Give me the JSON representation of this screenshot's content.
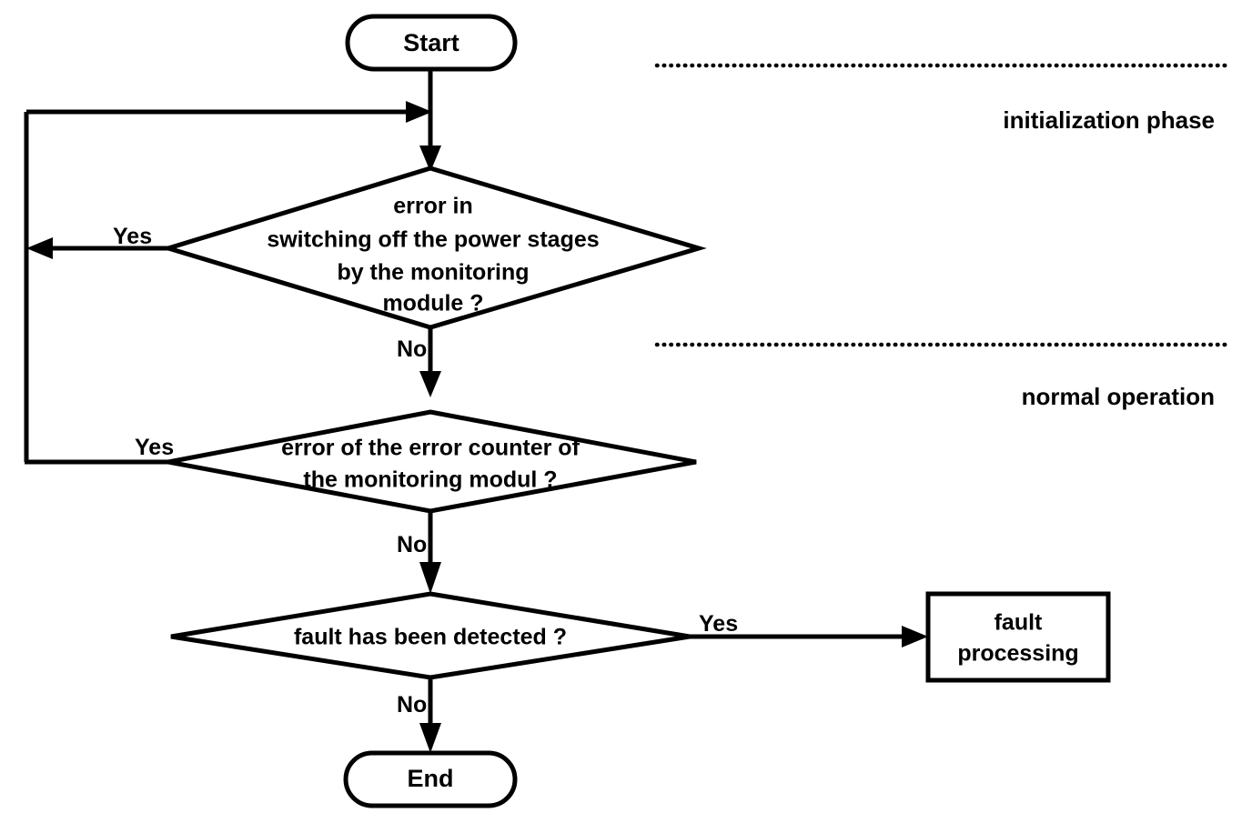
{
  "diagram": {
    "title": "monitoring module fault handling flowchart",
    "background_color": "#ffffff",
    "line_color": "#000000",
    "text_color": "#000000"
  },
  "nodes": {
    "start": {
      "label": "Start",
      "type": "terminator"
    },
    "decision_1": {
      "type": "decision",
      "lines": [
        "error in",
        "switching off the power stages",
        "by the monitoring",
        "module ?"
      ]
    },
    "decision_2": {
      "type": "decision",
      "lines": [
        "error of the error counter of",
        "the monitoring modul ?"
      ]
    },
    "decision_3": {
      "type": "decision",
      "lines": [
        "fault has been detected ?"
      ]
    },
    "fault_processing": {
      "type": "process",
      "lines": [
        "fault",
        "processing"
      ]
    },
    "end": {
      "label": "End",
      "type": "terminator"
    }
  },
  "edge_labels": {
    "d1_yes": "Yes",
    "d1_no": "No",
    "d2_yes": "Yes",
    "d2_no": "No",
    "d3_yes": "Yes",
    "d3_no": "No"
  },
  "phases": [
    {
      "label": "initialization phase"
    },
    {
      "label": "normal operation"
    }
  ]
}
